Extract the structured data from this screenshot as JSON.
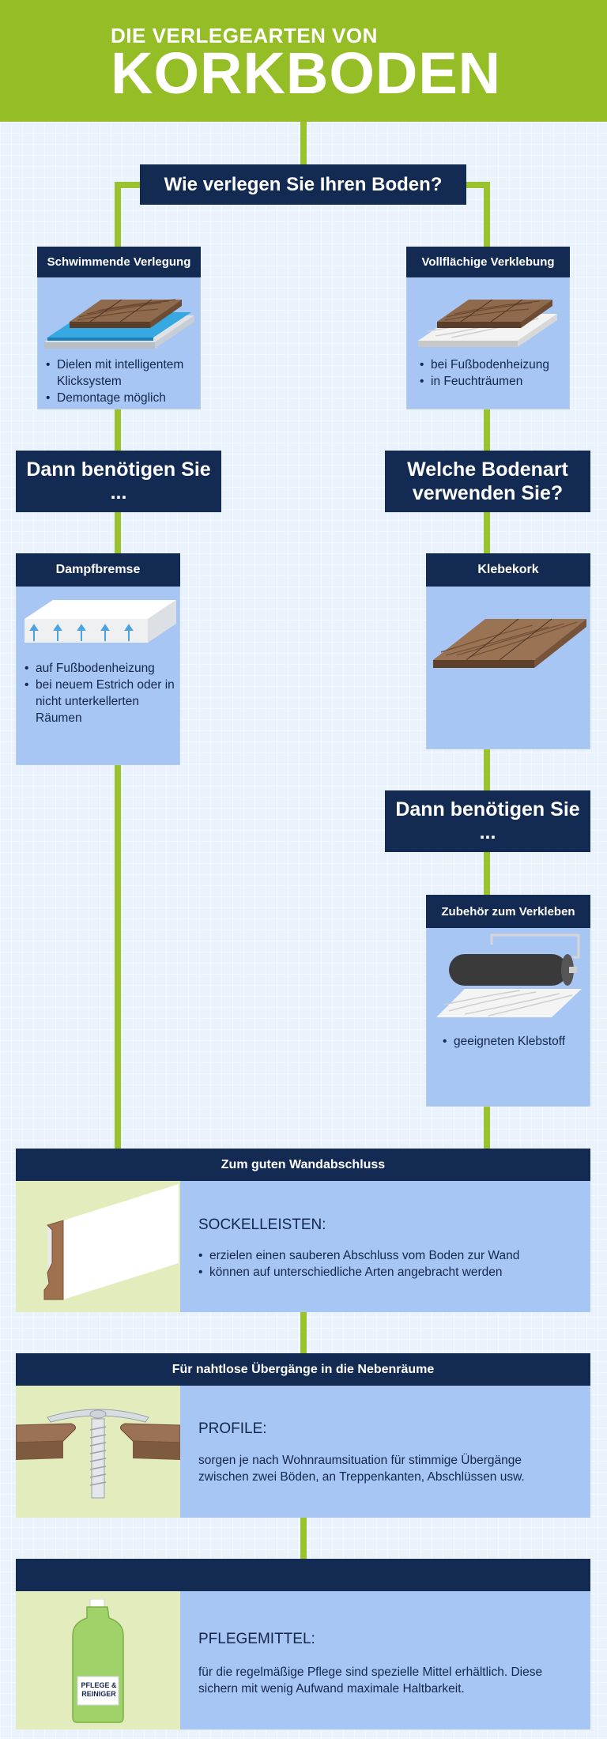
{
  "header": {
    "pretitle": "DIE VERLEGEARTEN VON",
    "title": "KORKBODEN"
  },
  "question_main": "Wie verlegen Sie Ihren Boden?",
  "floating": {
    "title": "Schwimmende Verlegung",
    "bullets": [
      "Dielen mit intelligentem Klicksystem",
      "Demontage möglich"
    ]
  },
  "full_glue": {
    "title": "Vollflächige Verklebung",
    "bullets": [
      "bei Fußbodenheizung",
      "in Feuchträumen"
    ]
  },
  "need_left": "Dann benötigen Sie ...",
  "question_floor": "Welche Bodenart verwenden Sie?",
  "vapor": {
    "title": "Dampfbremse",
    "bullets": [
      "auf Fußbodenheizung",
      "bei neuem Estrich oder in nicht unterkellerten Räumen"
    ]
  },
  "glue_cork": {
    "title": "Klebekork"
  },
  "need_right": "Dann benötigen Sie ...",
  "accessory": {
    "title": "Zubehör zum Verkleben",
    "bullets": [
      "geeigneten Klebstoff"
    ]
  },
  "skirting": {
    "bar": "Zum guten Wandabschluss",
    "heading": "SOCKELLEISTEN:",
    "bullets": [
      "erzielen einen sauberen Abschluss vom Boden zur Wand",
      "können auf unterschiedliche Arten angebracht werden"
    ]
  },
  "profiles": {
    "bar": "Für nahtlose Übergänge in die Nebenräume",
    "heading": "PROFILE:",
    "text": "sorgen je nach Wohnraumsituation für stimmige Übergänge zwischen zwei Böden, an Treppenkanten, Abschlüssen usw."
  },
  "care": {
    "bar": "",
    "heading": "PFLEGEMITTEL:",
    "text": "für die regelmäßige Pflege sind spezielle Mittel erhältlich. Diese sichern mit wenig Aufwand maximale Haltbarkeit.",
    "bottle_label": "PFLEGE & REINIGER"
  },
  "colors": {
    "green": "#95bd26",
    "navy": "#132a52",
    "card_blue": "#a8c6f3",
    "light_green": "#e2ecbd"
  }
}
